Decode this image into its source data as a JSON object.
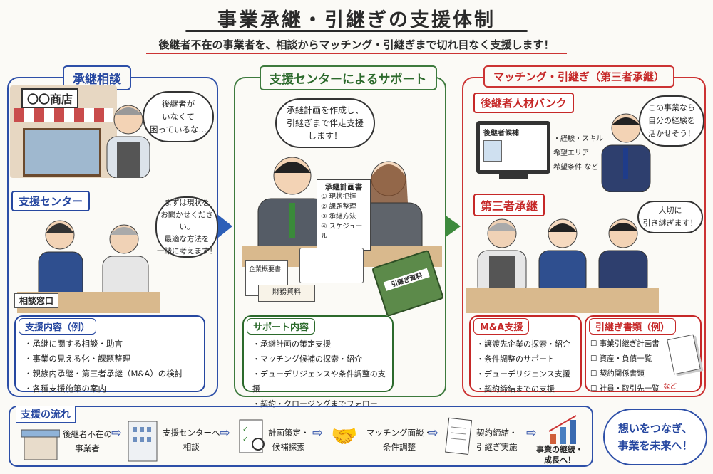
{
  "title": "事業承継・引継ぎの支援体制",
  "subtitle": "後継者不在の事業者を、相談からマッチング・引継ぎまで切れ目なく支援します！",
  "colors": {
    "consult": "#2d4fa8",
    "support": "#3d7a3d",
    "matching": "#cc3333"
  },
  "left": {
    "tab": "承継相談",
    "shop_sign": "〇〇商店",
    "owner_bubble": [
      "後継者が",
      "いなくて",
      "困っているな…"
    ],
    "center_label": "支援センター",
    "staff_bubble": [
      "まずは現状を",
      "お聞かせください。",
      "最適な方法を",
      "一緒に考えます！"
    ],
    "desk_sign": "相談窓口",
    "box": {
      "heading": "支援内容（例）",
      "items": [
        "・承継に関する相談・助言",
        "・事業の見える化・課題整理",
        "・親族内承継・第三者承継（M&A）の検討",
        "・各種支援施策の案内"
      ]
    }
  },
  "middle": {
    "tab": "支援センターによるサポート",
    "bubble": [
      "承継計画を作成し、",
      "引継ぎまで伴走支援",
      "します！"
    ],
    "plan_doc": {
      "title": "承継計画書",
      "items": [
        "① 現状把握",
        "② 課題整理",
        "③ 承継方法",
        "④ スケジュール"
      ]
    },
    "doc_labels": [
      "企業概要書",
      "財務資料",
      "引継ぎ資料"
    ],
    "box": {
      "heading": "サポート内容",
      "items": [
        "・承継計画の策定支援",
        "・マッチング候補の探索・紹介",
        "・デューデリジェンスや条件調整の支援",
        "・契約・クロージングまでフォロー"
      ]
    }
  },
  "right": {
    "tab": "マッチング・引継ぎ（第三者承継）",
    "bank_label": "後継者人材バンク",
    "monitor_title": "後継者候補",
    "monitor_notes": [
      "・経験・スキル",
      "希望エリア",
      "希望条件 など"
    ],
    "candidate_bubble": [
      "この事業なら",
      "自分の経験を",
      "活かせそう！"
    ],
    "third_party_label": "第三者承継",
    "handover_bubble": [
      "大切に",
      "引き継ぎます！"
    ],
    "ma_box": {
      "heading": "M&A支援",
      "items": [
        "・譲渡先企業の探索・紹介",
        "・条件調整のサポート",
        "・デューデリジェンス支援",
        "・契約締結までの支援"
      ]
    },
    "docs_box": {
      "heading": "引継ぎ書類（例）",
      "items": [
        "☐ 事業引継ぎ計画書",
        "☐ 資産・負債一覧",
        "☐ 契約関係書類",
        "☐ 社員・取引先一覧"
      ],
      "suffix": "など"
    }
  },
  "flow": {
    "heading": "支援の流れ",
    "steps": [
      {
        "icon": "shop-icon",
        "text": [
          "後継者不在の",
          "事業者"
        ]
      },
      {
        "icon": "building-icon",
        "text": [
          "支援センターへ",
          "相談"
        ]
      },
      {
        "icon": "clipboard-icon",
        "text": [
          "計画策定・",
          "候補探索"
        ]
      },
      {
        "icon": "handshake-icon",
        "text": [
          "マッチング面談・",
          "条件調整"
        ]
      },
      {
        "icon": "contract-icon",
        "text": [
          "契約締結・",
          "引継ぎ実施"
        ]
      },
      {
        "icon": "growth-chart-icon",
        "text": [
          "事業の継続・",
          "成長へ！"
        ]
      }
    ],
    "bubble": [
      "想いをつなぎ、",
      "事業を未来へ！"
    ]
  }
}
